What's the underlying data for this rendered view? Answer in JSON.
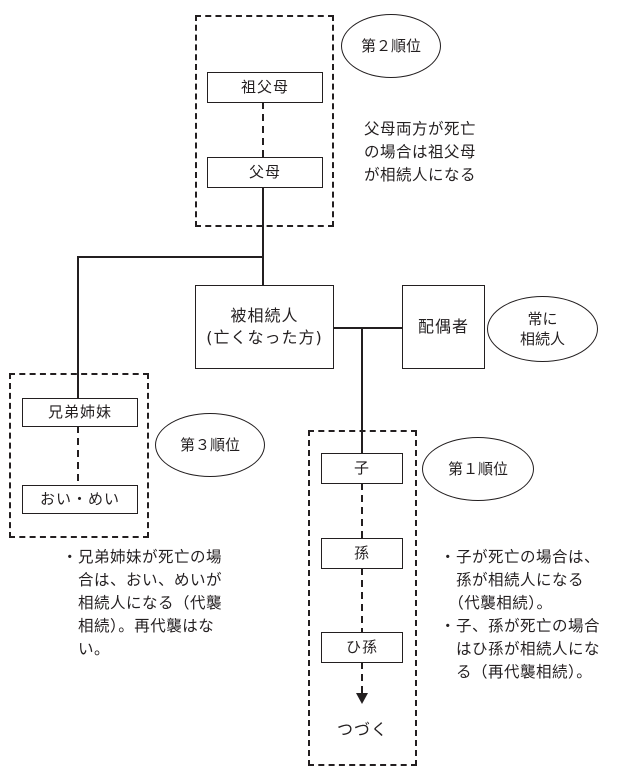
{
  "title": "相続順位図",
  "nodes": {
    "decedent": "被相続人\n(亡くなった方)",
    "spouse": "配偶者",
    "grandparents": "祖父母",
    "parents": "父母",
    "siblings": "兄弟姉妹",
    "nephews_nieces": "おい・めい",
    "child": "子",
    "grandchild": "孫",
    "great_grandchild": "ひ孫",
    "continues": "つづく"
  },
  "badges": {
    "rank2": "第２順位",
    "rank3": "第３順位",
    "rank1": "第１順位",
    "spouse_always": "常に\n相続人"
  },
  "notes": {
    "rank2": "父母両方が死亡\nの場合は祖父母\nが相続人になる",
    "rank3": "・兄弟姉妹が死亡の場\n　合は、おい、めいが\n　相続人になる（代襲\n　相続）。再代襲はな\n　い。",
    "rank1": "・子が死亡の場合は、\n　孫が相続人になる\n　（代襲相続）。\n・子、孫が死亡の場合\n　はひ孫が相続人にな\n　る（再代襲相続）。"
  }
}
